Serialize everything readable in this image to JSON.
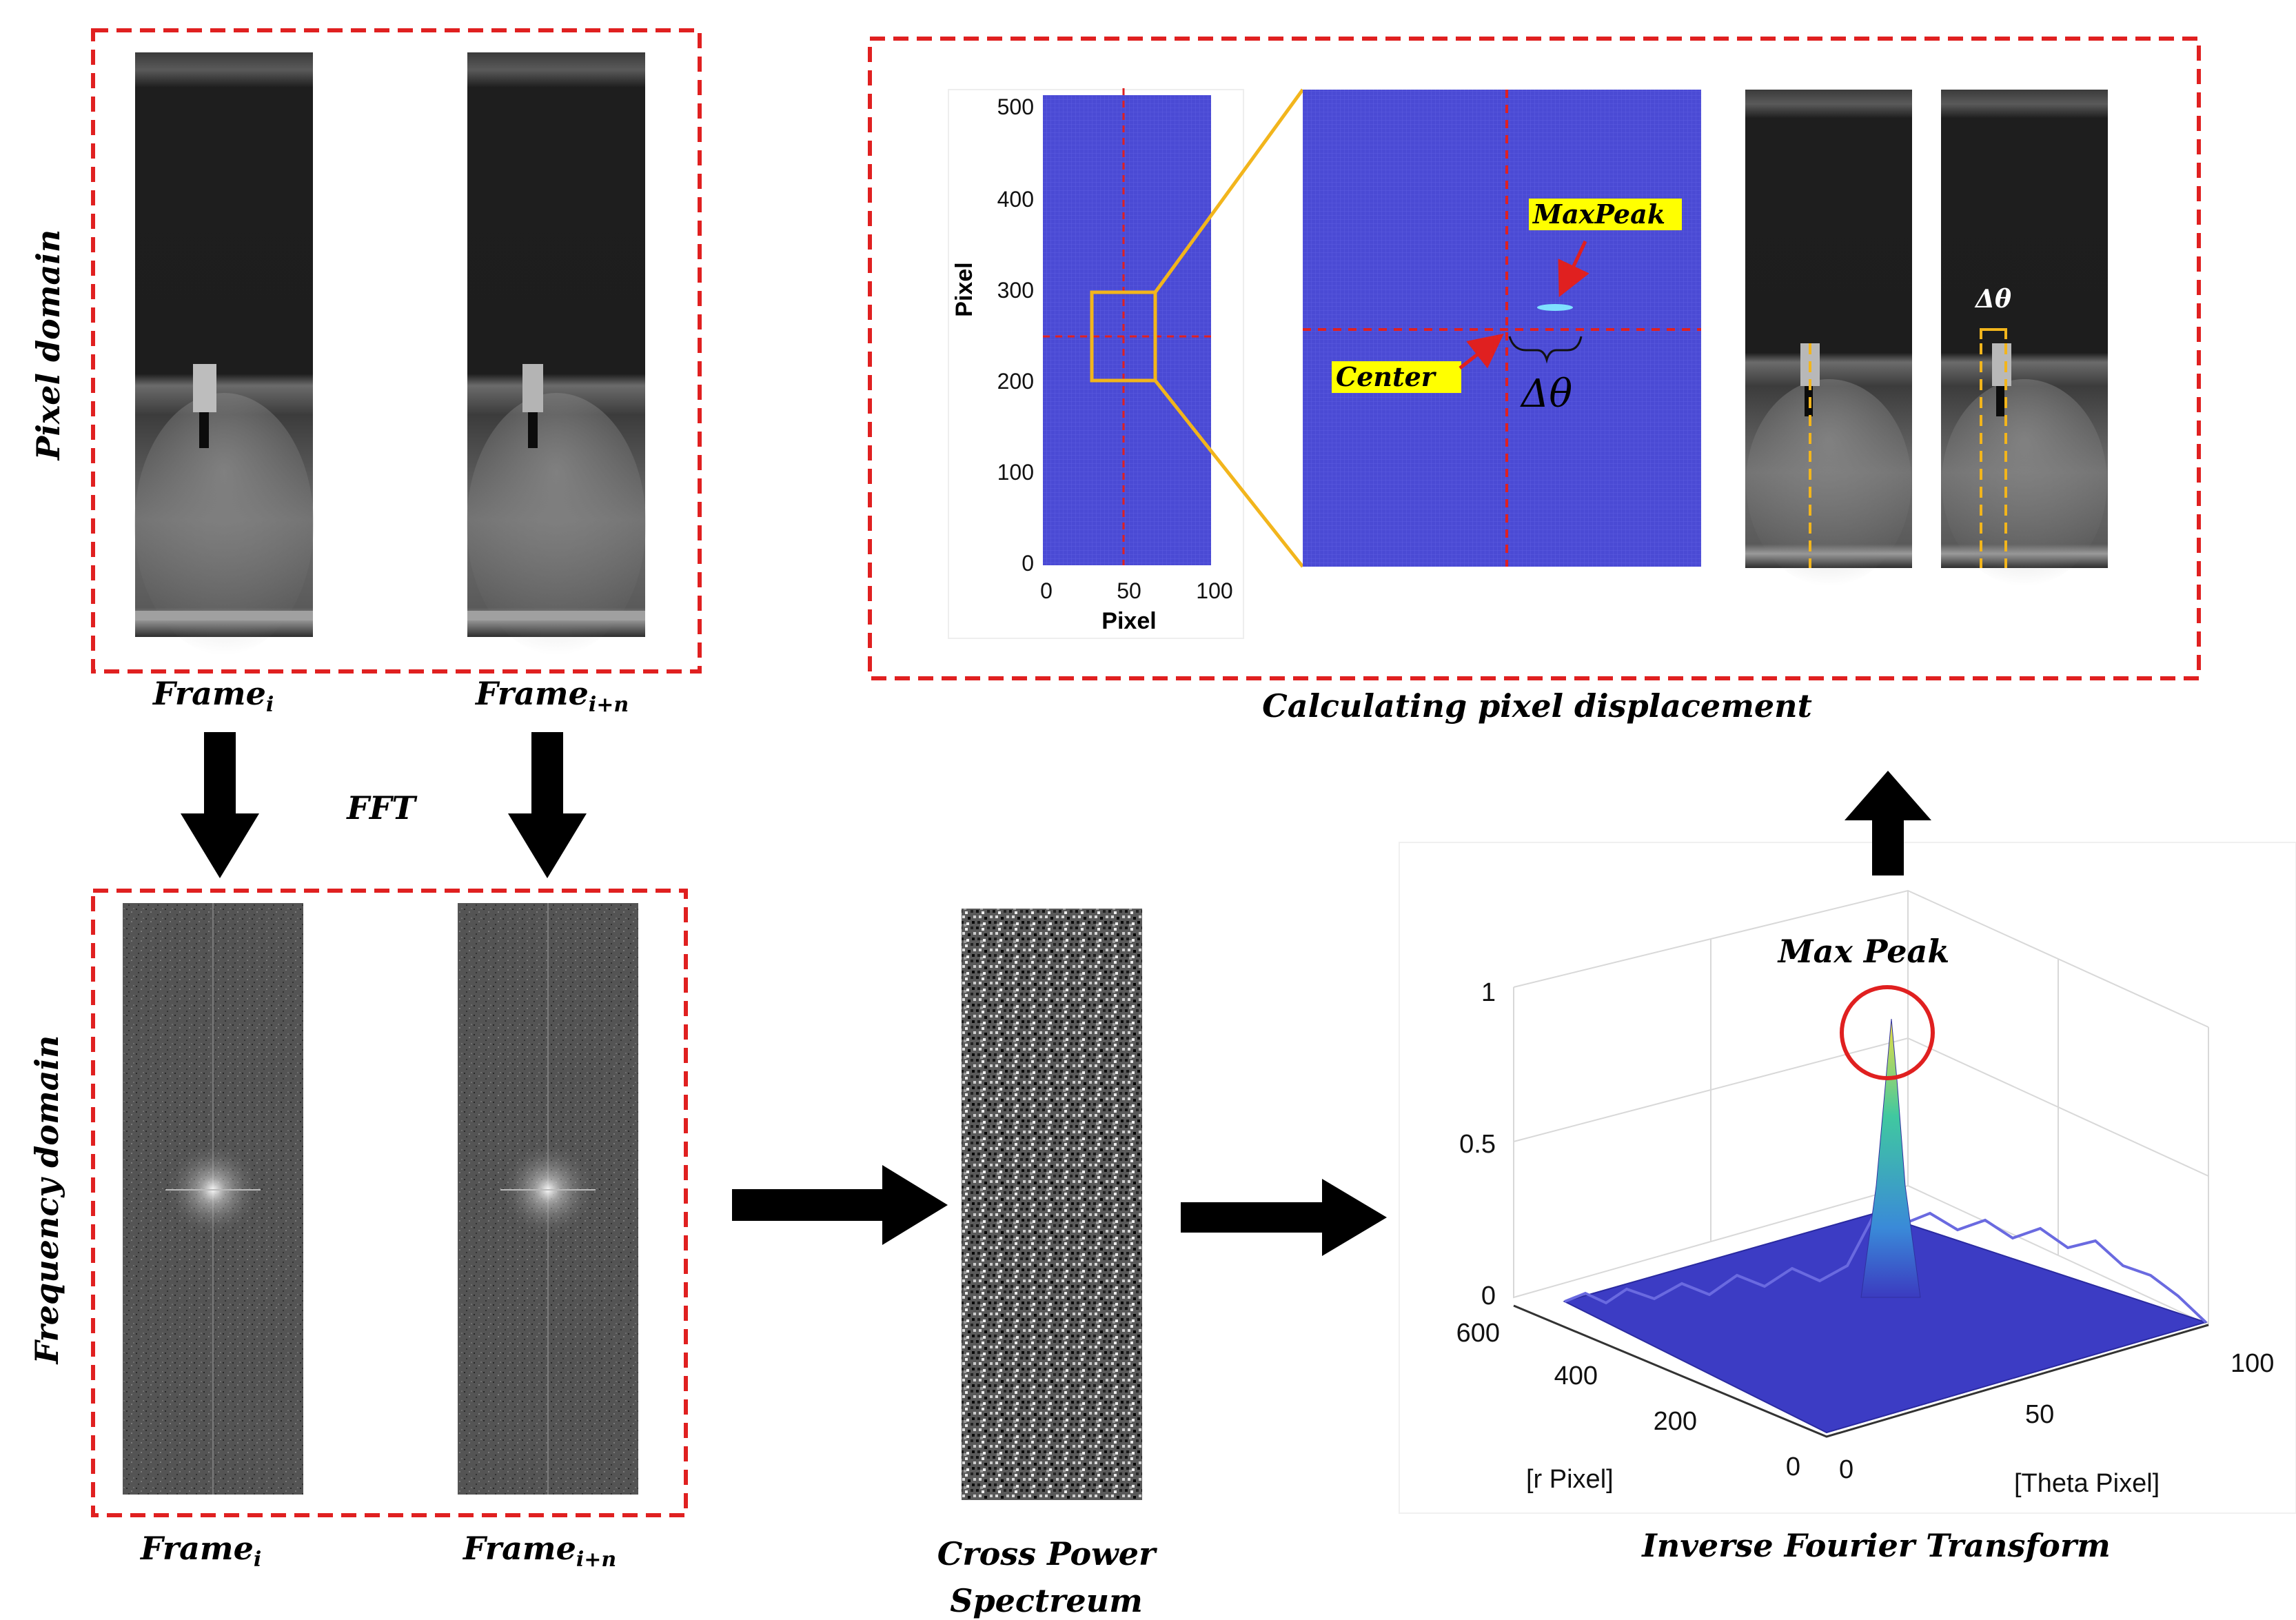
{
  "pixel_domain": {
    "section_label": "Pixel domain",
    "frame_a": {
      "base": "Frame",
      "sub": "i"
    },
    "frame_b": {
      "base": "Frame",
      "sub": "i+n"
    }
  },
  "fft_label": "FFT",
  "frequency_domain": {
    "section_label": "Frequency domain",
    "frame_a": {
      "base": "Frame",
      "sub": "i"
    },
    "frame_b": {
      "base": "Frame",
      "sub": "i+n"
    }
  },
  "cross_power": {
    "line1": "Cross Power",
    "line2": "Spectreum"
  },
  "displacement": {
    "caption": "Calculating pixel displacement",
    "plot": {
      "ylabel": "Pixel",
      "xlabel": "Pixel",
      "yticks": [
        "500",
        "400",
        "300",
        "200",
        "100",
        "0"
      ],
      "xticks": [
        "0",
        "50",
        "100"
      ]
    },
    "max_peak_tag": "MaxPeak",
    "center_tag": "Center",
    "delta_theta": "Δθ"
  },
  "ifft": {
    "caption": "Inverse Fourier Transform",
    "max_peak_label": "Max Peak",
    "zticks": [
      "1",
      "0.5",
      "0"
    ],
    "rticks": [
      "600",
      "400",
      "200",
      "0"
    ],
    "thetaticks": [
      "0",
      "50",
      "100"
    ],
    "r_label": "[r Pixel]",
    "theta_label": "[Theta Pixel]"
  },
  "colors": {
    "dashed_box": "#e02020",
    "arrow": "#000000",
    "plot_blue": "#4141c8",
    "zoom_yellow": "#f2b51c",
    "highlight": "#ffff00"
  }
}
